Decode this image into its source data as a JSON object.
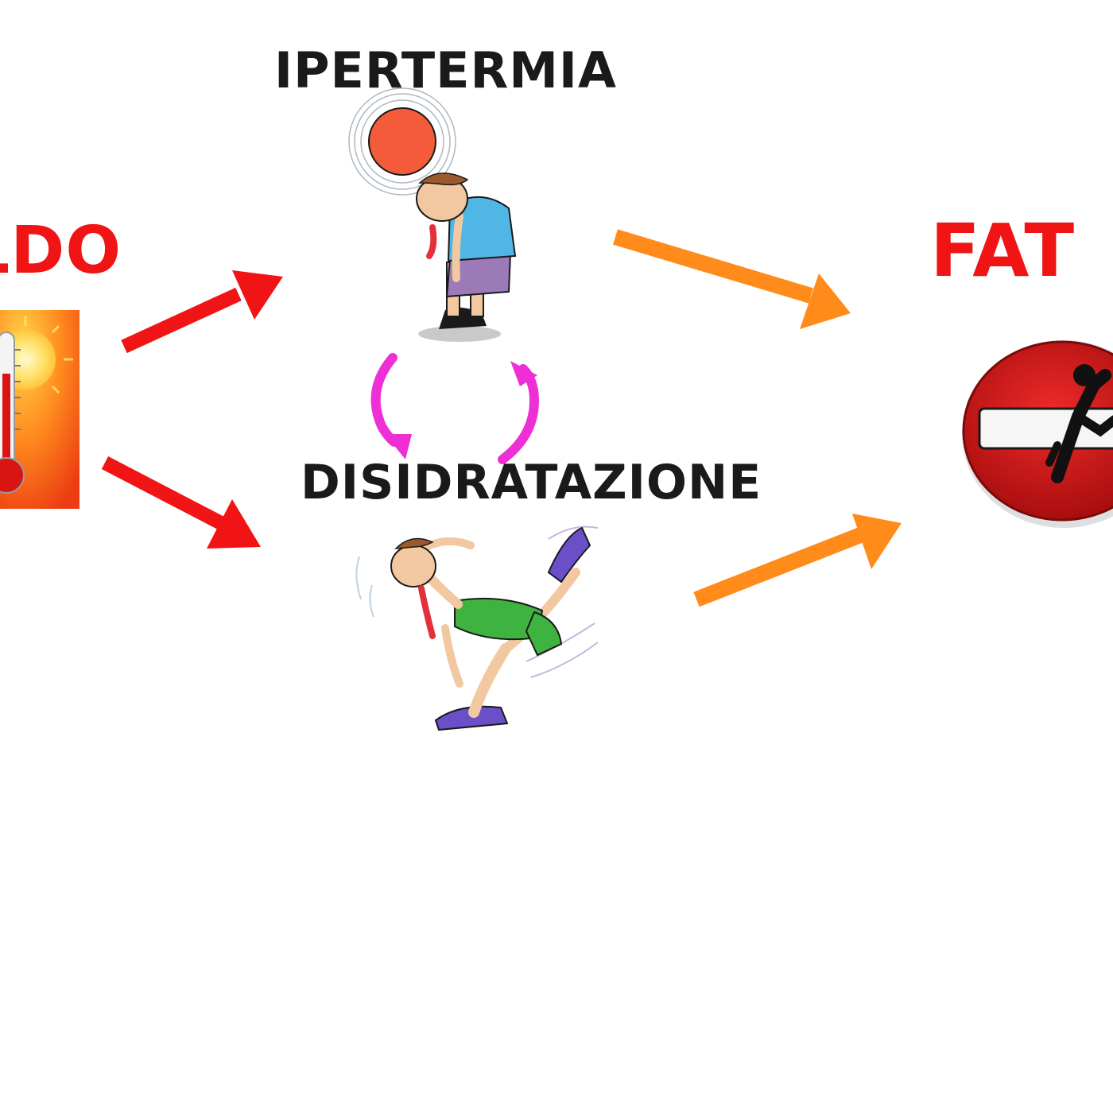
{
  "colors": {
    "cause_arrow": "#f01414",
    "effect_arrow": "#ff8c1a",
    "feedback_arrow": "#ee2fd6",
    "label_dark": "#1a1a1a",
    "label_red": "#f01414"
  },
  "nodes": {
    "caldo": {
      "label": "ldo",
      "icon": "thermometer-sun-icon"
    },
    "ipertermia": {
      "label": "Ipertermia",
      "icon": "overheated-athlete-icon"
    },
    "disidratazione": {
      "label": "Disidratazione",
      "icon": "collapsing-runner-icon"
    },
    "fatica": {
      "label": "Fat",
      "icon": "stop-sign-runner-icon"
    }
  },
  "edges": [
    {
      "from": "caldo",
      "to": "ipertermia",
      "kind": "cause"
    },
    {
      "from": "caldo",
      "to": "disidratazione",
      "kind": "cause"
    },
    {
      "from": "ipertermia",
      "to": "fatica",
      "kind": "effect"
    },
    {
      "from": "disidratazione",
      "to": "fatica",
      "kind": "effect"
    },
    {
      "from": "ipertermia",
      "to": "disidratazione",
      "kind": "feedback"
    },
    {
      "from": "disidratazione",
      "to": "ipertermia",
      "kind": "feedback"
    }
  ]
}
